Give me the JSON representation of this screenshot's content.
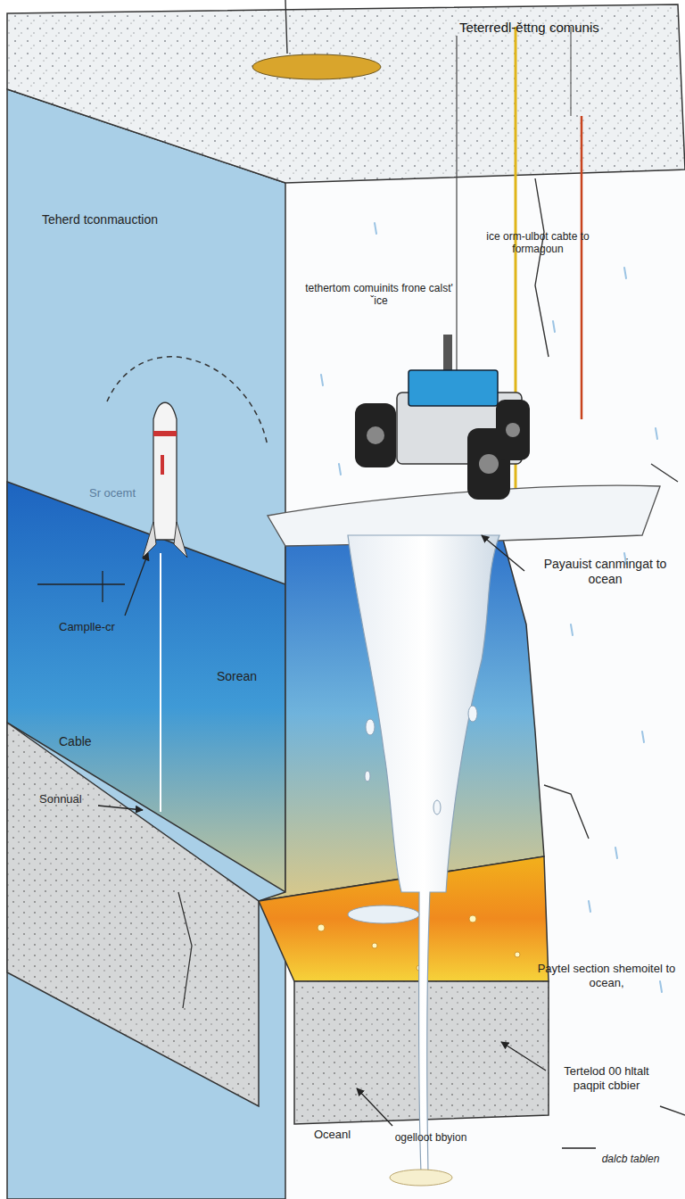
{
  "diagram": {
    "title": "Teterredl-ěttng comunis",
    "labels": [
      "Teherd tconmauction",
      "ice orm-ulbot cabte to formagoun",
      "tethertom comuinits frone calst' ˇice",
      "Sr ocemt",
      "Camplle-cr",
      "Sorean",
      "Cable",
      "Sonnual",
      "Payauist canmingat to ocean",
      "Paytel section shemoitel to ocean,",
      "Tertelod 00 hltalt paqpit cbbier",
      "Oceanl",
      "ogelloot bbyion",
      "dalcb tablen"
    ]
  }
}
